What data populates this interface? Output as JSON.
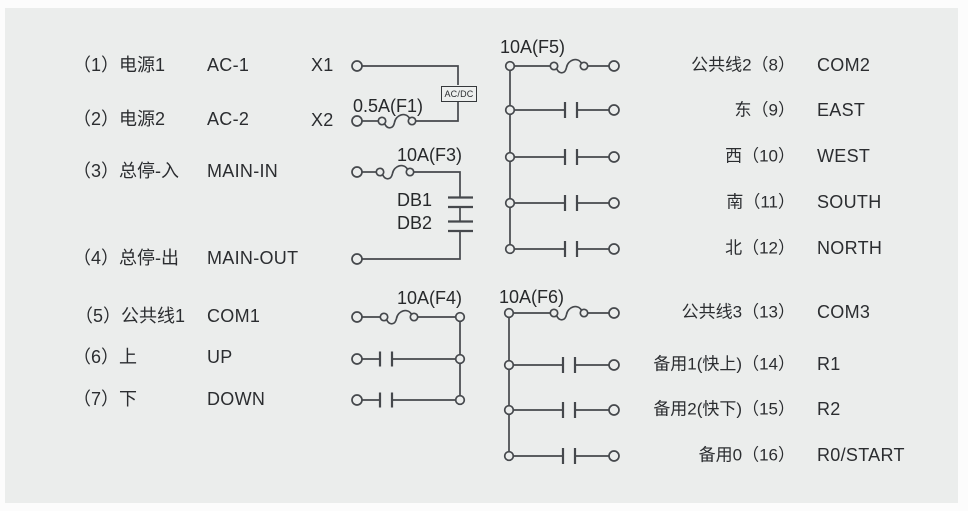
{
  "page": {
    "panel_bg": "#ebedec",
    "outer_bg": "#fcfcfc",
    "wire_color": "#45484c",
    "text_color": "#2b2d30"
  },
  "left_terminals": [
    {
      "label": "（1）电源1",
      "code": "AC-1",
      "wire": "X1"
    },
    {
      "label": "（2）电源2",
      "code": "AC-2",
      "wire": "X2"
    },
    {
      "label": "（3）总停-入",
      "code": "MAIN-IN",
      "wire": ""
    },
    {
      "label": "（4）总停-出",
      "code": "MAIN-OUT",
      "wire": ""
    },
    {
      "label": "（5）公共线1",
      "code": "COM1",
      "wire": ""
    },
    {
      "label": "（6）上",
      "code": "UP",
      "wire": ""
    },
    {
      "label": "（7）下",
      "code": "DOWN",
      "wire": ""
    }
  ],
  "right_terminals": [
    {
      "label": "公共线2（8）",
      "code": "COM2"
    },
    {
      "label": "东（9）",
      "code": "EAST"
    },
    {
      "label": "西（10）",
      "code": "WEST"
    },
    {
      "label": "南（11）",
      "code": "SOUTH"
    },
    {
      "label": "北（12）",
      "code": "NORTH"
    },
    {
      "label": "公共线3（13）",
      "code": "COM3"
    },
    {
      "label": "备用1(快上)（14）",
      "code": "R1"
    },
    {
      "label": "备用2(快下)（15）",
      "code": "R2"
    },
    {
      "label": "备用0（16）",
      "code": "R0/START"
    }
  ],
  "fuses": {
    "f1": "0.5A(F1)",
    "f3": "10A(F3)",
    "f4": "10A(F4)",
    "f5": "10A(F5)",
    "f6": "10A(F6)"
  },
  "components": {
    "converter": "AC/DC",
    "db1": "DB1",
    "db2": "DB2"
  }
}
